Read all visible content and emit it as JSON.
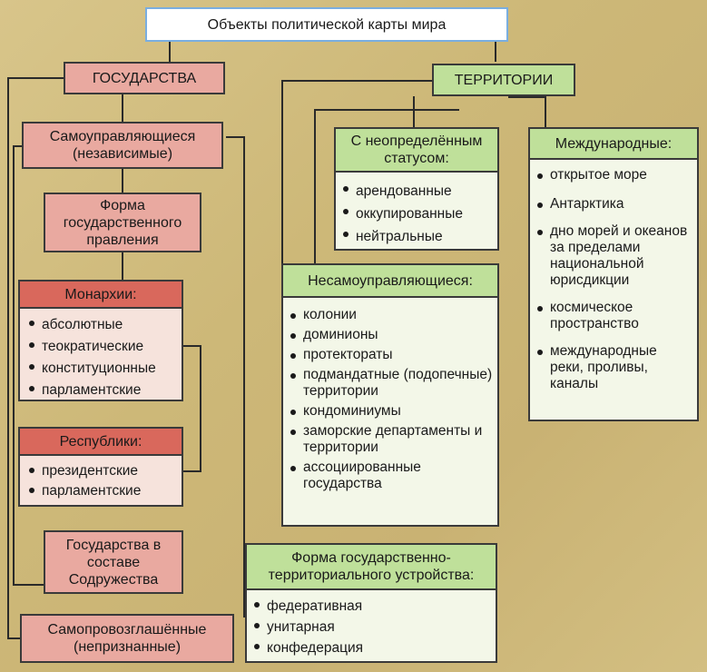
{
  "title": "Объекты политической карты мира",
  "states": {
    "header": "ГОСУДАРСТВА",
    "self_governing": "Самоуправляющиеся (независимые)",
    "form_of_government": "Форма государственного правления",
    "monarchies": {
      "header": "Монархии:",
      "items": [
        "абсолютные",
        "теократические",
        "конституционные",
        "парламентские"
      ]
    },
    "republics": {
      "header": "Республики:",
      "items": [
        "президентские",
        "парламентские"
      ]
    },
    "commonwealth": "Государства в составе Содружества",
    "self_proclaimed": "Самопровозглашённые (непризнанные)"
  },
  "territories": {
    "header": "ТЕРРИТОРИИ",
    "undetermined": {
      "header": "С неопределённым статусом:",
      "items": [
        "арендованные",
        "оккупированные",
        "нейтральные"
      ]
    },
    "international": {
      "header": "Международные:",
      "items": [
        "открытое море",
        "Антарктика",
        "дно морей и океанов за пределами национальной юрисдикции",
        "космическое пространство",
        "международные реки, проливы, каналы"
      ]
    },
    "non_self_governing": {
      "header": "Несамоуправляющиеся:",
      "items": [
        "колонии",
        "доминионы",
        "протектораты",
        "подмандатные (подопечные) территории",
        "кондоминиумы",
        "заморские департаменты и территории",
        "ассоциированные государства"
      ]
    },
    "territorial_structure": {
      "header": "Форма государственно-территориального устройства:",
      "items": [
        "федеративная",
        "унитарная",
        "конфедерация"
      ]
    }
  }
}
